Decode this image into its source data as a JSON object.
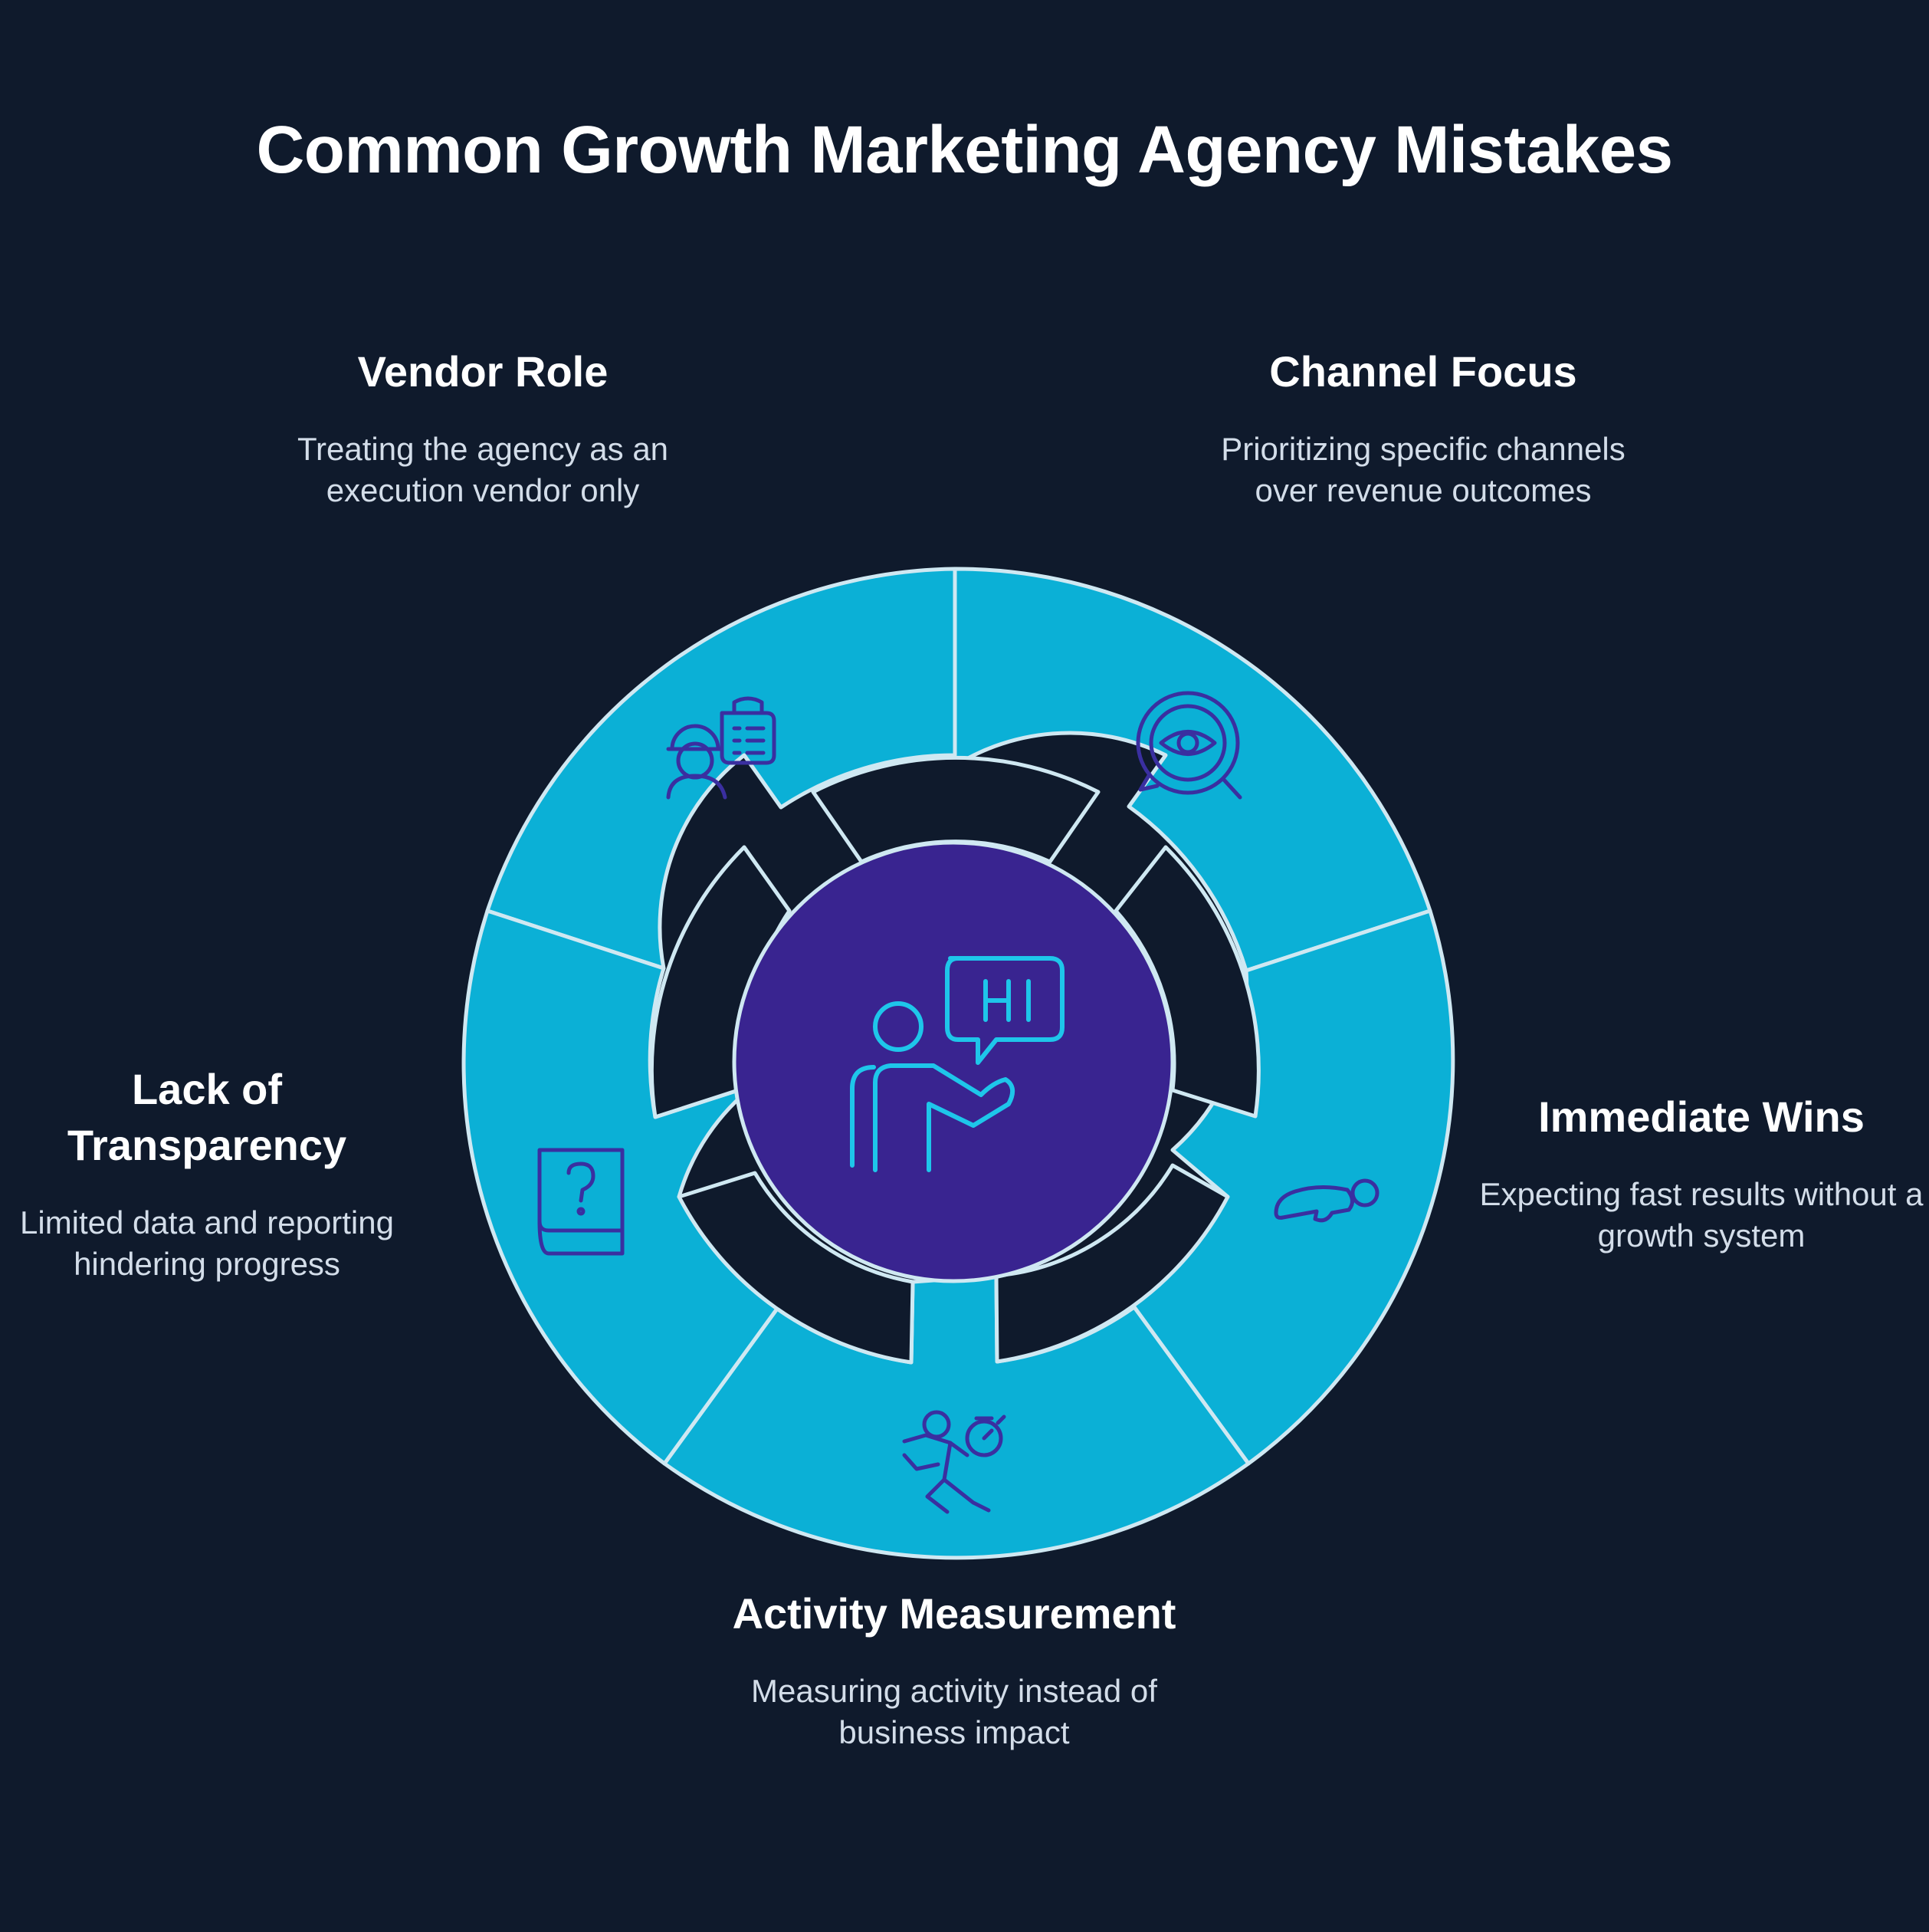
{
  "title": "Common Growth Marketing Agency Mistakes",
  "center": {
    "icon": "presenter-hi-icon",
    "speech_text": "HI"
  },
  "colors": {
    "background": "#0f1a2c",
    "ring_fill": "#0bb0d6",
    "ring_stroke": "#cfe8f2",
    "center_fill": "#392490",
    "icon_stroke": "#3a2fa0",
    "center_icon_stroke": "#1ec6ea"
  },
  "segments": [
    {
      "id": "vendor",
      "heading": "Vendor Role",
      "description": "Treating the agency as an execution vendor only",
      "icon": "worker-clipboard-icon"
    },
    {
      "id": "channel",
      "heading": "Channel Focus",
      "description": "Prioritizing specific channels over revenue outcomes",
      "icon": "eye-magnifier-icon"
    },
    {
      "id": "immediate",
      "heading": "Immediate Wins",
      "description": "Expecting fast results without a growth system",
      "icon": "sleeping-person-icon"
    },
    {
      "id": "activity",
      "heading": "Activity Measurement",
      "description": "Measuring activity instead of business impact",
      "icon": "runner-stopwatch-icon"
    },
    {
      "id": "lack",
      "heading": "Lack of Transparency",
      "description": "Limited data and reporting hindering progress",
      "icon": "question-book-icon"
    }
  ]
}
